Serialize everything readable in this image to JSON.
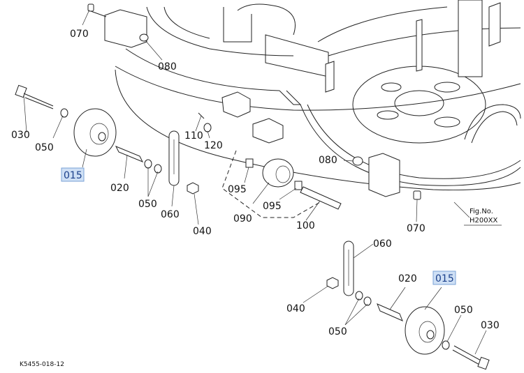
{
  "labels": {
    "p070_top": "070",
    "p080_top": "080",
    "p030_left": "030",
    "p050_left": "050",
    "p015_left": "015",
    "p110": "110",
    "p120": "120",
    "p020_left": "020",
    "p050_left_pair": "050",
    "p060_left": "060",
    "p040_left": "040",
    "p080_mid": "080",
    "p095_a": "095",
    "p095_b": "095",
    "p090": "090",
    "p100": "100",
    "p070_right": "070",
    "p060_right": "060",
    "p040_right": "040",
    "p020_right": "020",
    "p015_right": "015",
    "p050_right": "050",
    "p030_right": "030",
    "p050_right_pair": "050"
  },
  "fig": {
    "line1": "Fig.No.",
    "line2": "H200XX"
  },
  "footer_code": "K5455-018-12"
}
